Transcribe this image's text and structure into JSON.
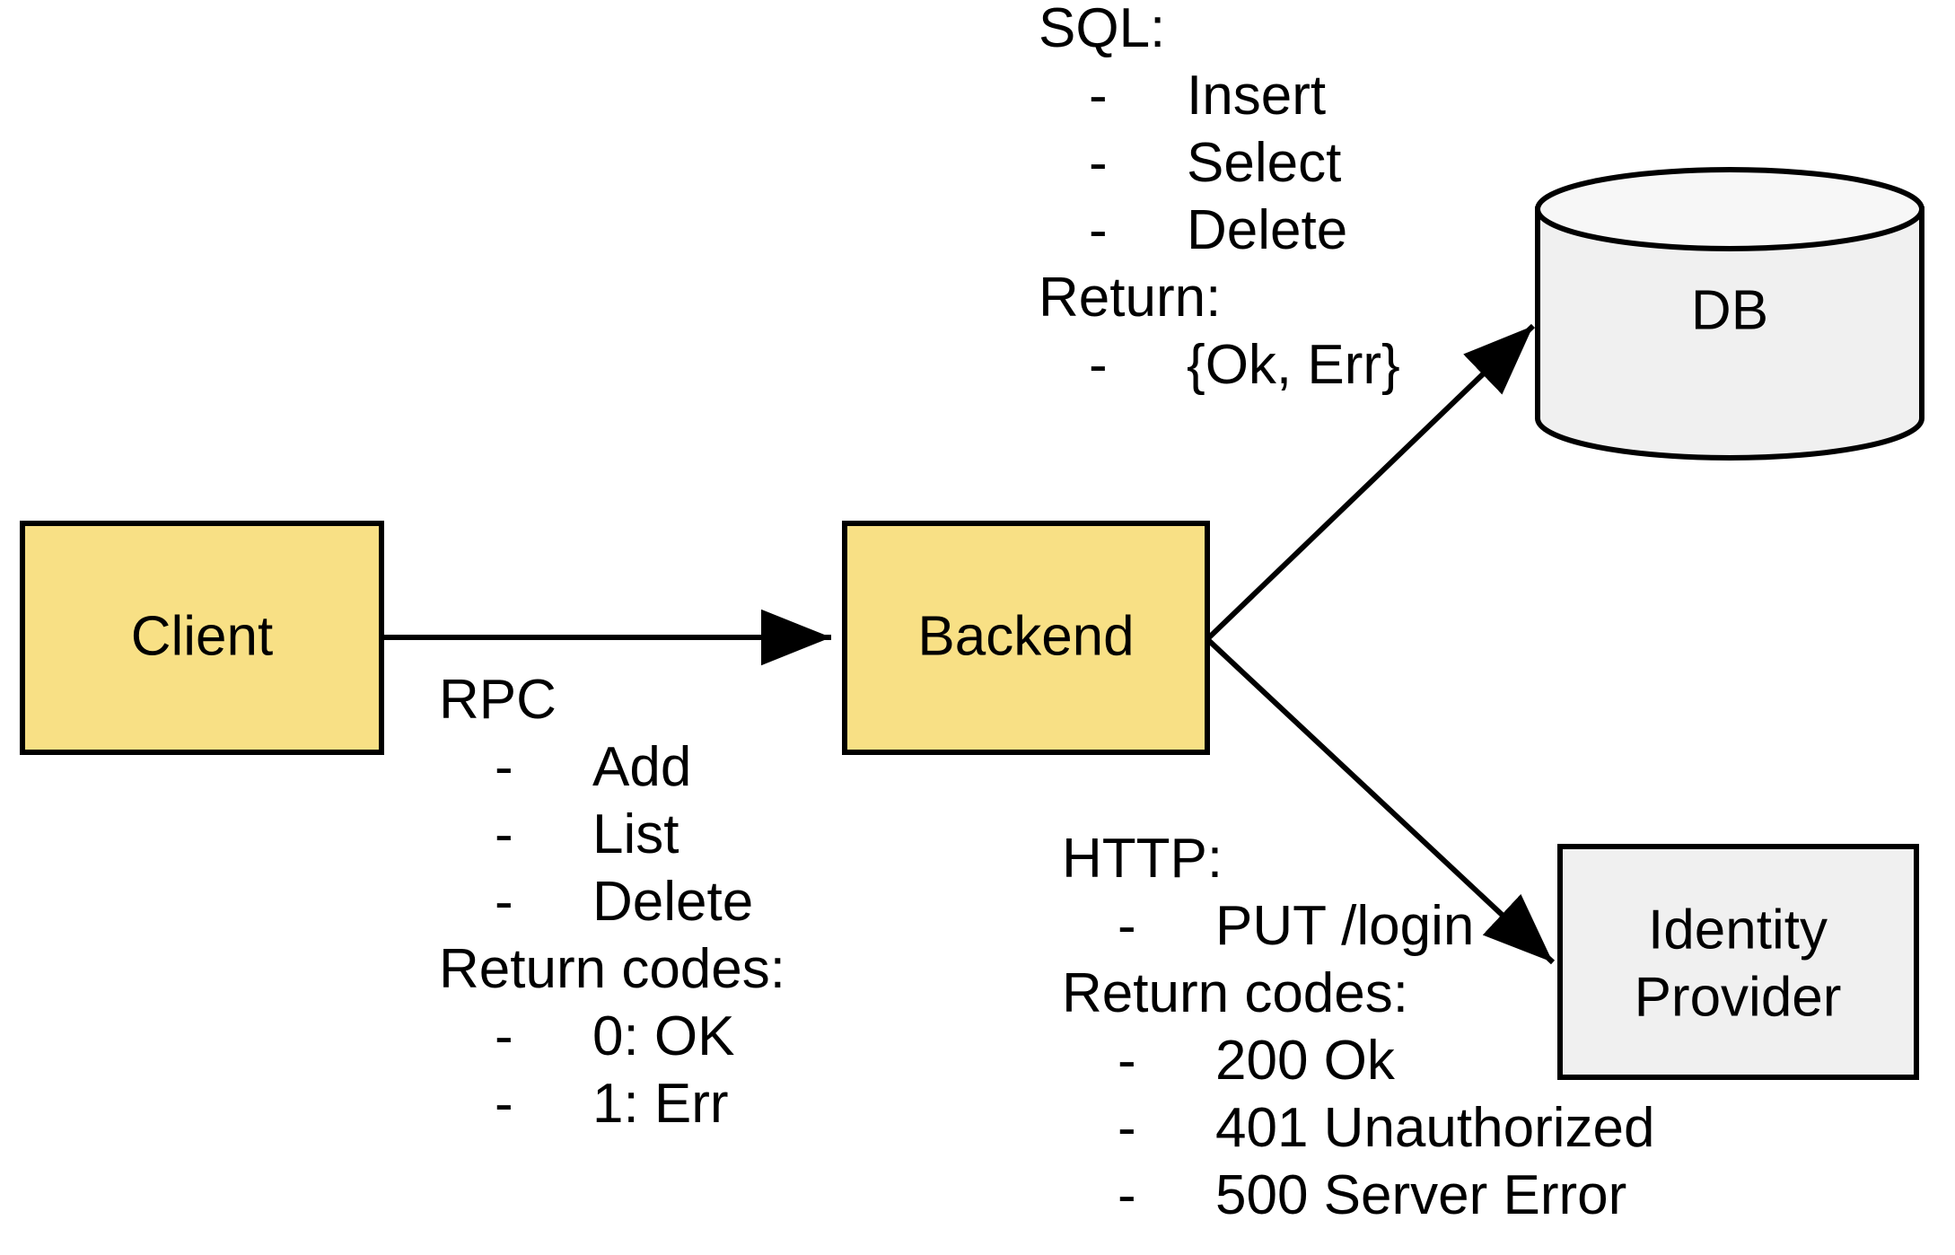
{
  "diagram": {
    "title": "Client Backend DB Identity Provider architecture",
    "colors": {
      "node_yellow": "#f8e085",
      "node_gray": "#f0f0f0",
      "stroke": "#000000",
      "background": "#ffffff"
    },
    "nodes": {
      "client": {
        "label": "Client",
        "shape": "rectangle",
        "fill": "#f8e085"
      },
      "backend": {
        "label": "Backend",
        "shape": "rectangle",
        "fill": "#f8e085"
      },
      "db": {
        "label": "DB",
        "shape": "cylinder",
        "fill": "#f0f0f0"
      },
      "idp": {
        "label_line1": "Identity",
        "label_line2": "Provider",
        "shape": "rectangle",
        "fill": "#f0f0f0"
      }
    },
    "annotations": {
      "rpc": {
        "heading": "RPC",
        "items": [
          "Add",
          "List",
          "Delete"
        ],
        "returns_heading": "Return codes:",
        "returns": [
          "0: OK",
          "1: Err"
        ],
        "dash": "-"
      },
      "sql": {
        "heading": "SQL:",
        "items": [
          "Insert",
          "Select",
          "Delete"
        ],
        "returns_heading": "Return:",
        "returns": [
          "{Ok, Err}"
        ],
        "dash": "-"
      },
      "http": {
        "heading": "HTTP:",
        "items": [
          "PUT /login"
        ],
        "returns_heading": "Return codes:",
        "returns": [
          "200 Ok",
          "401 Unauthorized",
          "500 Server Error"
        ],
        "dash": "-"
      }
    },
    "edges": [
      {
        "name": "client-to-backend",
        "from": "client",
        "to": "backend",
        "label_group": "rpc"
      },
      {
        "name": "backend-to-db",
        "from": "backend",
        "to": "db",
        "label_group": "sql"
      },
      {
        "name": "backend-to-idp",
        "from": "backend",
        "to": "idp",
        "label_group": "http"
      }
    ]
  }
}
